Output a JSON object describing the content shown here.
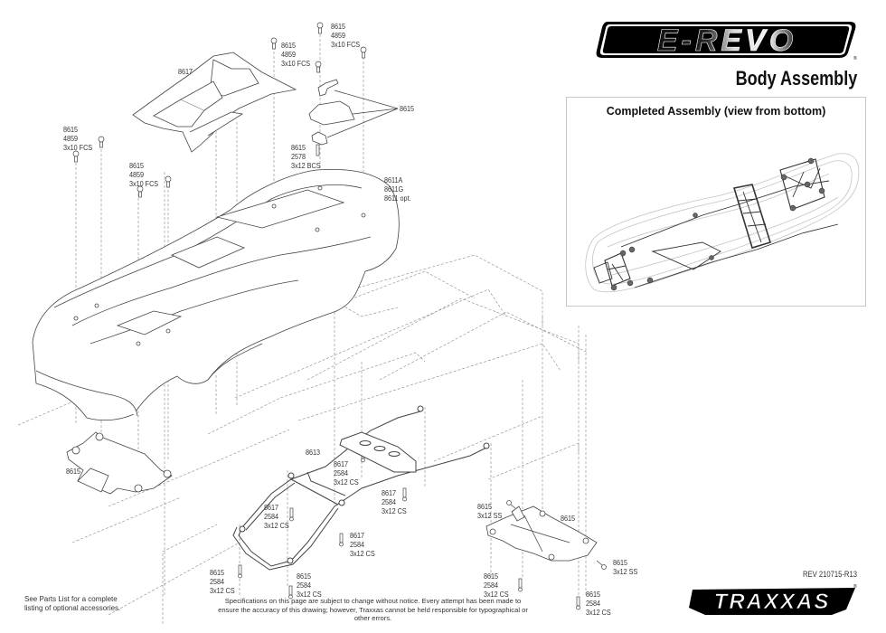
{
  "header": {
    "brand_logo": "E-REVO",
    "title": "Body Assembly"
  },
  "inset": {
    "title": "Completed Assembly (view from bottom)"
  },
  "callouts": {
    "top_screw_center": "8615\n4859\n3x10 FCS",
    "top_screw_rightmid": "8615\n4859\n3x10 FCS",
    "left_screw": "8615\n4859\n3x10 FCS",
    "mid_left_screw": "8615\n4859\n3x10 FCS",
    "wing": "8617",
    "clip_group": "8615",
    "clip_pin": "8615\n2578\n3x12 BCS",
    "body": "8611A\n8611G\n8611 opt.",
    "front_mount": "8615",
    "cage": "8613",
    "cage_screw_a": "8617\n2584\n3x12 CS",
    "cage_screw_b": "8617\n2584\n3x12 CS",
    "cage_screw_c": "8617\n2584\n3x12 CS",
    "cage_screw_d": "8617\n2584\n3x12 CS",
    "cage_screw_e": "8615\n2584\n3x12 CS",
    "cage_screw_f": "8615\n2584\n3x12 CS",
    "rear_mount": "8615",
    "rear_ss_left": "8615\n3x12 SS",
    "rear_ss_right": "8615\n3x12 SS",
    "rear_cs_left": "8615\n2584\n3x12 CS",
    "rear_cs_right": "8615\n2584\n3x12 CS"
  },
  "footer": {
    "parts_note": "See Parts List for a complete\nlisting of optional accessories.",
    "disclaimer": "Specifications on this page are subject to change without notice.  Every attempt has been made to ensure the accuracy of this drawing; however, Traxxas cannot be held responsible for typographical or other errors.",
    "revision": "REV 210715-R13",
    "maker_logo": "TRAXXAS"
  }
}
